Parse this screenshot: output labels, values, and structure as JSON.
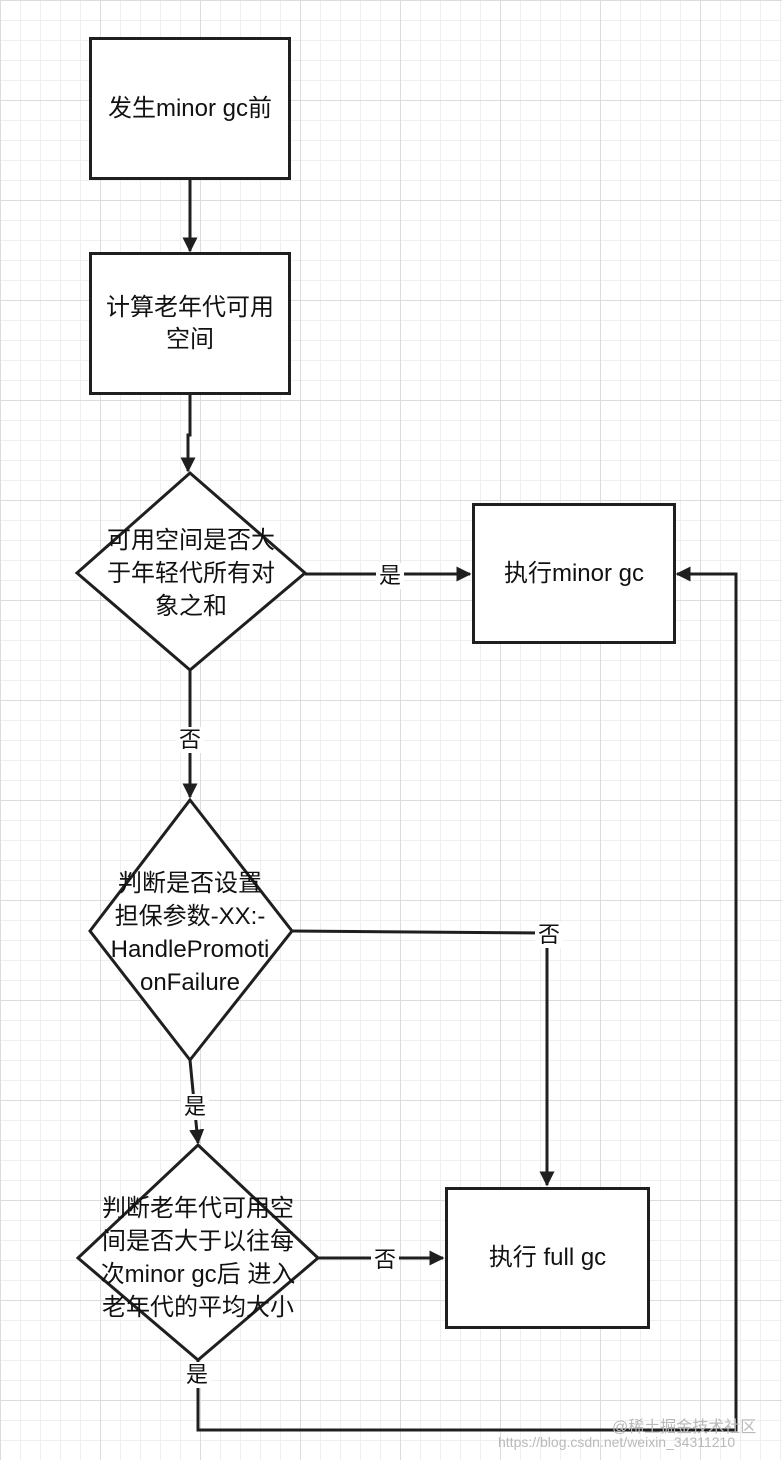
{
  "nodes": {
    "start": "发生minor gc前",
    "calc": "计算老年代可用空间",
    "decision1": "可用空间是否大于年轻代所有对象之和",
    "minor_gc": "执行minor gc",
    "decision2": "判断是否设置担保参数-XX:-HandlePromotionFailure",
    "decision3": "判断老年代可用空间是否大于以往每次minor gc后 进入老年代的平均大小",
    "full_gc": "执行 full gc"
  },
  "edge_labels": {
    "d1_yes": "是",
    "d1_no": "否",
    "d2_no": "否",
    "d2_yes": "是",
    "d3_no": "否",
    "d3_yes": "是"
  },
  "watermark": {
    "line1": "@稀土掘金技术社区",
    "line2": "https://blog.csdn.net/weixin_34311210"
  },
  "colors": {
    "stroke": "#1f1f1f",
    "text": "#111111",
    "grid": "#dcdcdc"
  }
}
